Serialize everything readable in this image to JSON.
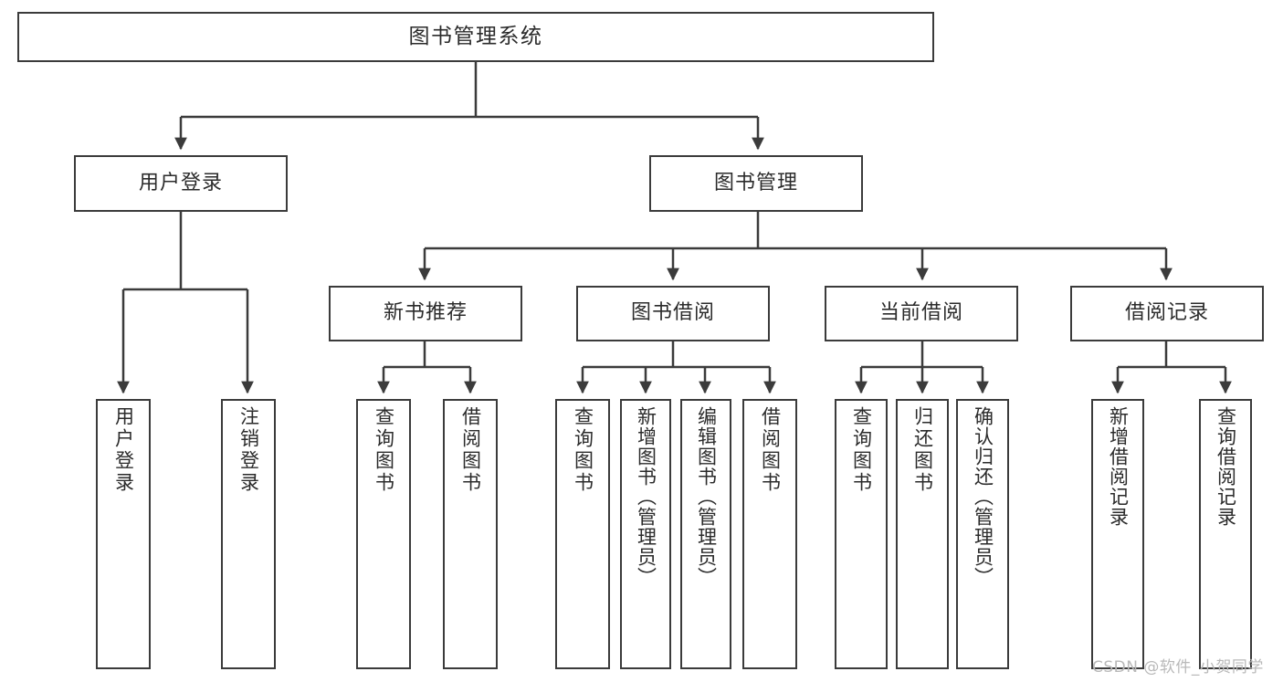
{
  "diagram": {
    "type": "tree-hierarchy",
    "title": "图书管理系统",
    "watermark": "CSDN @软件_小贺同学",
    "colors": {
      "stroke": "#3b3b3b",
      "fill": "#ffffff",
      "text": "#2b2b2b",
      "watermark": "#b9b9b9"
    },
    "nodes": {
      "root": {
        "label": "图书管理系统",
        "orientation": "horizontal"
      },
      "level2": [
        {
          "id": "user-login",
          "label": "用户登录",
          "orientation": "horizontal"
        },
        {
          "id": "book-mgmt",
          "label": "图书管理",
          "orientation": "horizontal"
        }
      ],
      "level3": [
        {
          "id": "new-book-rec",
          "label": "新书推荐",
          "orientation": "horizontal"
        },
        {
          "id": "book-borrow",
          "label": "图书借阅",
          "orientation": "horizontal"
        },
        {
          "id": "current-borrow",
          "label": "当前借阅",
          "orientation": "horizontal"
        },
        {
          "id": "borrow-record",
          "label": "借阅记录",
          "orientation": "horizontal"
        }
      ],
      "leaves": [
        {
          "id": "leaf-user-login",
          "label": "用户登录",
          "parent": "user-login",
          "orientation": "vertical"
        },
        {
          "id": "leaf-logout",
          "label": "注销登录",
          "parent": "user-login",
          "orientation": "vertical"
        },
        {
          "id": "leaf-query-book-1",
          "label": "查询图书",
          "parent": "new-book-rec",
          "orientation": "vertical"
        },
        {
          "id": "leaf-borrow-book-1",
          "label": "借阅图书",
          "parent": "new-book-rec",
          "orientation": "vertical"
        },
        {
          "id": "leaf-query-book-2",
          "label": "查询图书",
          "parent": "book-borrow",
          "orientation": "vertical"
        },
        {
          "id": "leaf-add-book",
          "label": "新增图书（管理员）",
          "parent": "book-borrow",
          "orientation": "vertical"
        },
        {
          "id": "leaf-edit-book",
          "label": "编辑图书（管理员）",
          "parent": "book-borrow",
          "orientation": "vertical"
        },
        {
          "id": "leaf-borrow-book-2",
          "label": "借阅图书",
          "parent": "book-borrow",
          "orientation": "vertical"
        },
        {
          "id": "leaf-query-book-3",
          "label": "查询图书",
          "parent": "current-borrow",
          "orientation": "vertical"
        },
        {
          "id": "leaf-return-book",
          "label": "归还图书",
          "parent": "current-borrow",
          "orientation": "vertical"
        },
        {
          "id": "leaf-confirm-return",
          "label": "确认归还（管理员）",
          "parent": "current-borrow",
          "orientation": "vertical"
        },
        {
          "id": "leaf-add-record",
          "label": "新增借阅记录",
          "parent": "borrow-record",
          "orientation": "vertical"
        },
        {
          "id": "leaf-query-record",
          "label": "查询借阅记录",
          "parent": "borrow-record",
          "orientation": "vertical"
        }
      ]
    }
  }
}
